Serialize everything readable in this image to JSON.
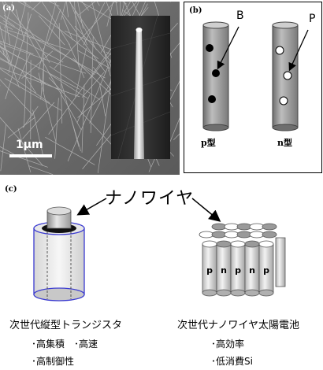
{
  "figure": {
    "panel_a": {
      "label": "(a)",
      "scale_bar_text": "1μm"
    },
    "panel_b": {
      "label": "(b)",
      "p_type_label": "p型",
      "n_type_label": "n型",
      "boron_label": "B",
      "phosphorus_label": "P"
    },
    "panel_c": {
      "label": "(c)",
      "nanowire_title": "ナノワイヤ",
      "left_caption": "次世代縦型トランジスタ",
      "left_bullet_1": "･高集積　･高速",
      "left_bullet_2": "･高制御性",
      "right_caption": "次世代ナノワイヤ太陽電池",
      "right_bullet_1": "･高効率",
      "right_bullet_2": "･低消費Si",
      "solar_letters": [
        "p",
        "n",
        "p",
        "n",
        "p"
      ]
    }
  },
  "colors": {
    "rod_gray": "#9a9a9a",
    "transistor_outline": "#3a3ad0",
    "sem_background": "#6f6f6f"
  }
}
